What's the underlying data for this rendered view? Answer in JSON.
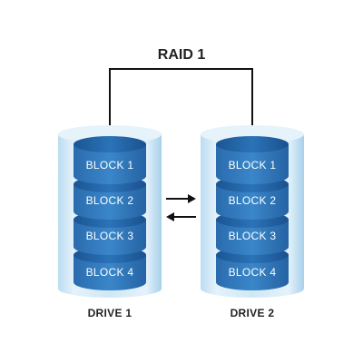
{
  "title": "RAID 1",
  "drives": [
    {
      "label": "DRIVE 1",
      "blocks": [
        "BLOCK 1",
        "BLOCK 2",
        "BLOCK 3",
        "BLOCK 4"
      ]
    },
    {
      "label": "DRIVE 2",
      "blocks": [
        "BLOCK 1",
        "BLOCK 2",
        "BLOCK 3",
        "BLOCK 4"
      ]
    }
  ],
  "colors": {
    "glass_outer": "#cfe7f5",
    "glass_inner": "#a9d3ee",
    "disk_body": "#2f77ba",
    "disk_top": "#1e5e9e",
    "disk_top_light": "#3b8ad0",
    "connector": "#111111",
    "arrow": "#111111",
    "text_dark": "#222222"
  },
  "icons": {
    "sync_arrows": "bidirectional-arrows-icon"
  }
}
